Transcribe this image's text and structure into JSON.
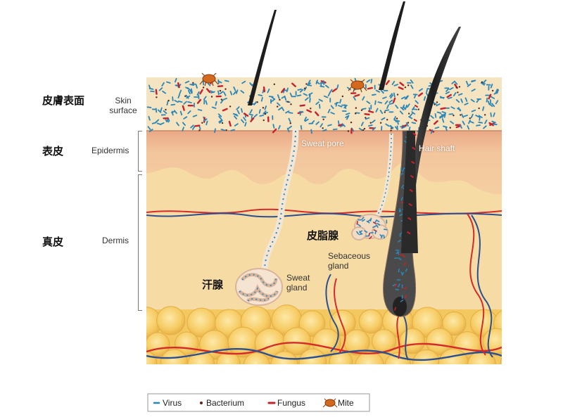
{
  "layers": [
    {
      "id": "skin-surface",
      "zh": "皮膚表面",
      "en_lines": [
        "Skin",
        "surface"
      ]
    },
    {
      "id": "epidermis",
      "zh": "表皮",
      "en_lines": [
        "Epidermis"
      ]
    },
    {
      "id": "dermis",
      "zh": "真皮",
      "en_lines": [
        "Dermis"
      ]
    }
  ],
  "structures": {
    "sweat_pore": "Sweat pore",
    "hair_shaft": "Hair shaft",
    "sebaceous_zh": "皮脂腺",
    "sebaceous_en": [
      "Sebaceous",
      "gland"
    ],
    "sweat_gland_zh": "汗腺",
    "sweat_gland_en": [
      "Sweat",
      "gland"
    ]
  },
  "legend": [
    {
      "icon": "virus-icon",
      "label": "Virus",
      "color": "#2a86b8"
    },
    {
      "icon": "bacterium-icon",
      "label": "Bacterium",
      "color": "#5a2418"
    },
    {
      "icon": "fungus-icon",
      "label": "Fungus",
      "color": "#c8202a"
    },
    {
      "icon": "mite-icon",
      "label": "Mite",
      "color": "#d2691e"
    }
  ],
  "colors": {
    "surface": "#f4e4c2",
    "epidermis": "#f4c79a",
    "dermis": "#f6d89c",
    "fat": "#f5c75a",
    "artery": "#d42a2a",
    "vein": "#2c4f90",
    "hair": "#2a2a2a"
  }
}
